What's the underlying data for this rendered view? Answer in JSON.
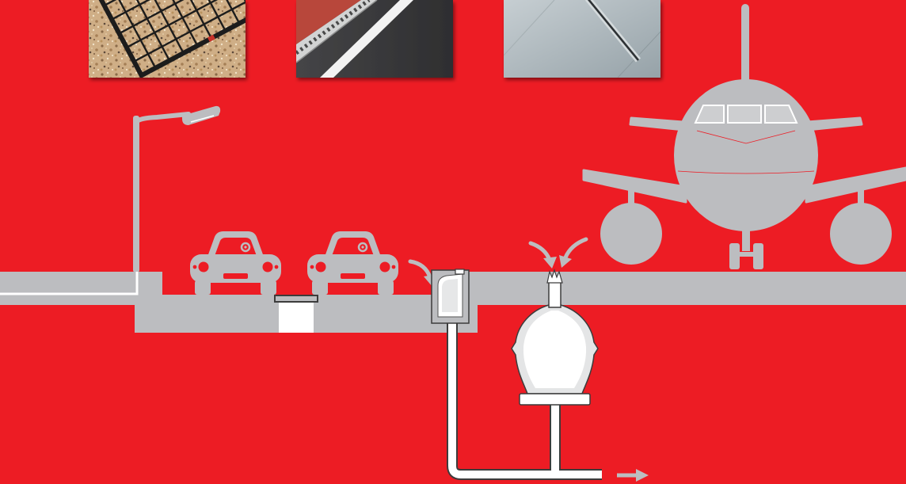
{
  "colors": {
    "background": "#ED1C24",
    "illustration_gray": "#BCBDC0",
    "drain_white": "#FFFFFF",
    "outline": "#3C3C3C"
  },
  "photos": [
    {
      "icon": "mesh-grating-photo"
    },
    {
      "icon": "road-channel-drain-photo"
    },
    {
      "icon": "concrete-slot-drain-photo"
    }
  ],
  "icons": [
    "street-lamp-icon",
    "car-icon",
    "flow-arrow-icon",
    "channel-drain-icon",
    "road-trench-drain-icon",
    "slot-drain-icon",
    "drain-pipe-icon",
    "airplane-icon",
    "outflow-arrow-icon"
  ]
}
